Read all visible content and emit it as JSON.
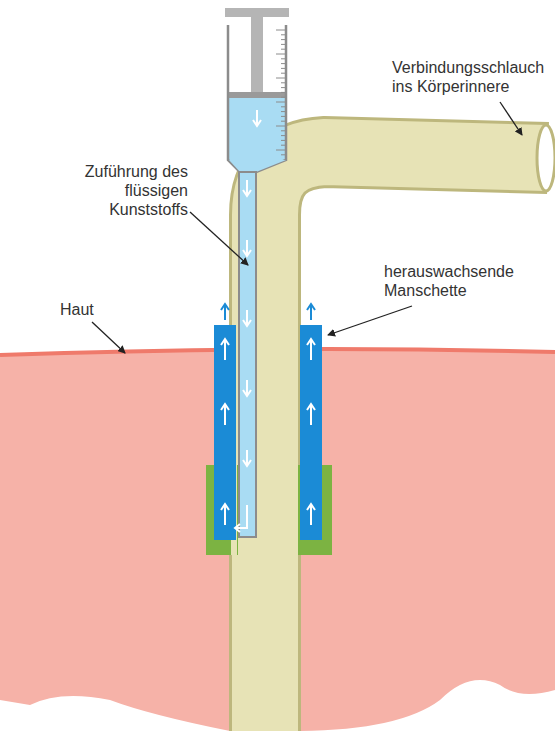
{
  "diagram": {
    "labels": [
      "Verbindungsschlauch ins Körperinnere",
      "Zuführung des flüssigen Kunststoffs",
      "herauswachsende Manschette",
      "Haut"
    ]
  }
}
